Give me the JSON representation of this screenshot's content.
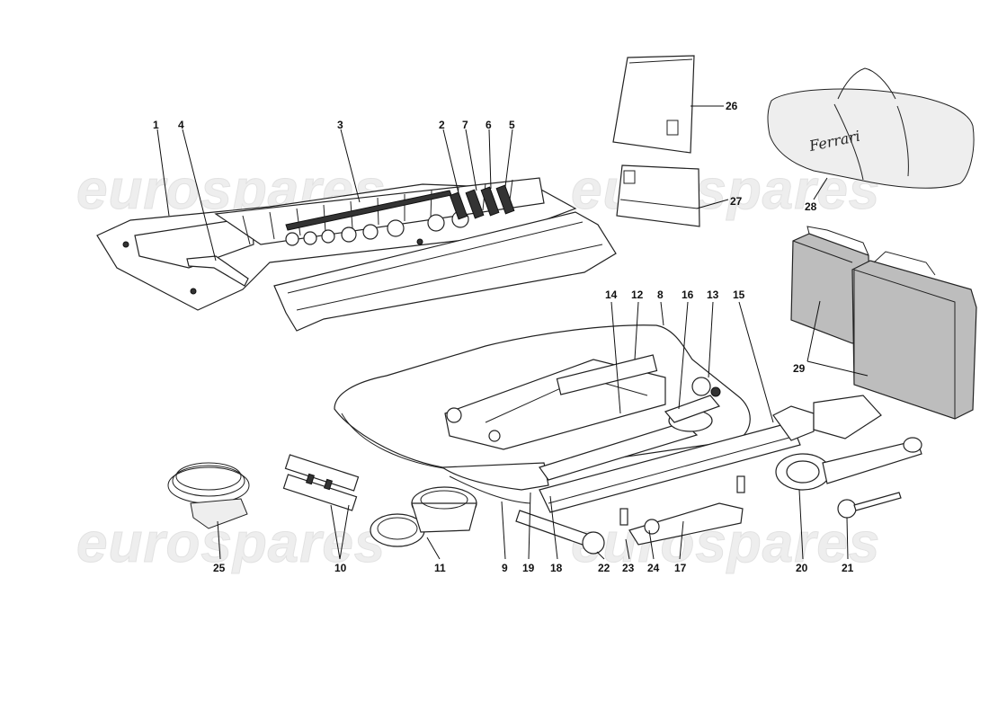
{
  "diagram": {
    "watermark_text": "eurospares",
    "bag_logo_text": "Ferrari",
    "labels": [
      "1",
      "4",
      "3",
      "2",
      "7",
      "6",
      "5",
      "26",
      "28",
      "27",
      "14",
      "12",
      "8",
      "16",
      "13",
      "15",
      "29",
      "25",
      "10",
      "11",
      "9",
      "19",
      "18",
      "22",
      "23",
      "24",
      "17",
      "20",
      "21"
    ]
  }
}
